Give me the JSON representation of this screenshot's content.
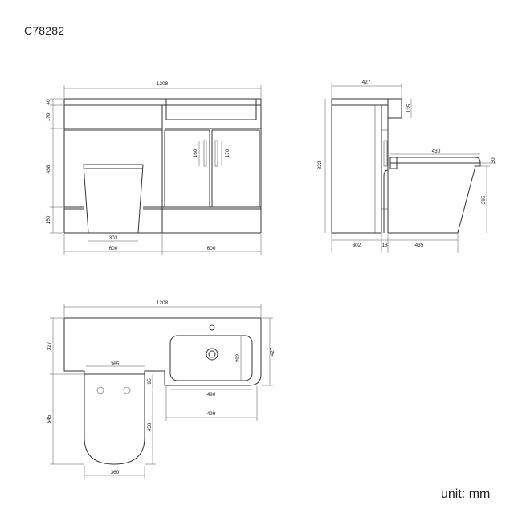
{
  "product_code": "C78282",
  "unit_label": "unit: mm",
  "front_view": {
    "overall_width": "1208",
    "left_width": "600",
    "right_width": "600",
    "worktop_height": "40",
    "basin_zone_height": "170",
    "door_zone_height": "458",
    "plinth_height": "150",
    "pan_base_width": "303",
    "handle_length_left": "160",
    "handle_length_right": "170"
  },
  "side_view": {
    "overall_depth": "427",
    "tap_height": "135",
    "total_height": "822",
    "pan_top_length": "430",
    "seat_thickness": "30",
    "pan_height": "395",
    "cabinet_depth": "302",
    "gap": "18",
    "pan_projection": "435"
  },
  "top_view": {
    "overall_width": "1208",
    "unit_depth": "327",
    "basin_depth": "427",
    "basin_inner_depth": "292",
    "basin_inner_width": "490",
    "basin_outer_width": "499",
    "cistern_width": "365",
    "cistern_offset": "95",
    "pan_projection": "545",
    "pan_depth": "450",
    "pan_width": "360"
  }
}
